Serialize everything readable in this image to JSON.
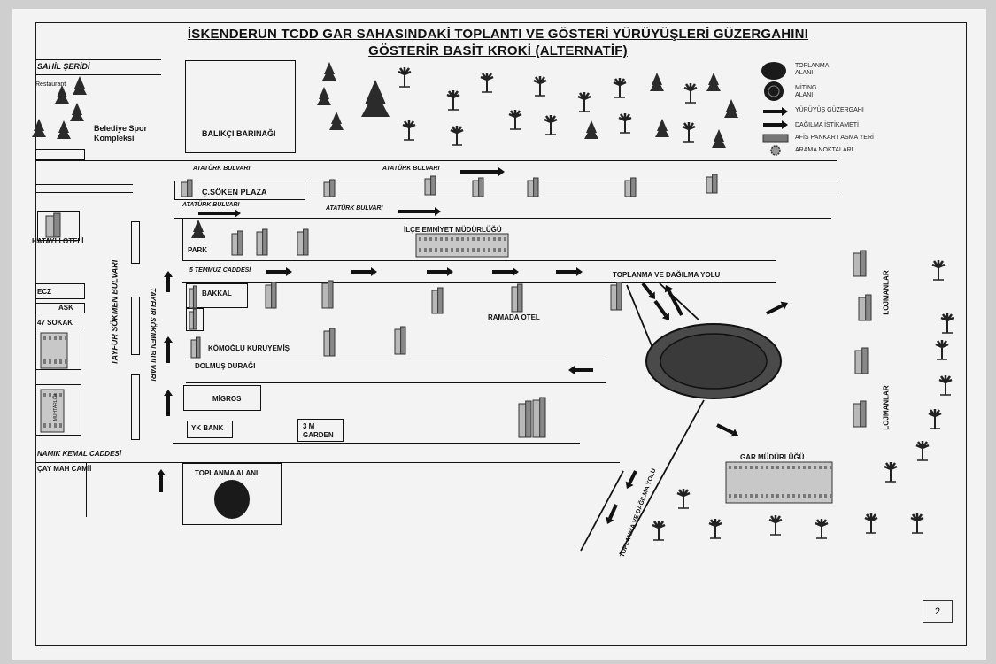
{
  "title_line1": "İSKENDERUN TCDD GAR SAHASINDAKİ TOPLANTI VE GÖSTERİ YÜRÜYÜŞLERİ GÜZERGAHINI",
  "title_line2": "GÖSTERİR BASİT KROKİ (ALTERNATİF)",
  "legend": {
    "assembly_area": "TOPLANMA ALANI",
    "rally_area": "MİTİNG ALANI",
    "march_route": "YÜRÜYÜŞ GÜZERGAHI",
    "dispersal_direction": "DAĞILMA İSTİKAMETİ",
    "banner_place": "AFİŞ PANKART ASMA YERİ",
    "search_points": "ARAMA NOKTALARI"
  },
  "labels": {
    "sahil_seridi": "SAHİL ŞERİDİ",
    "restaurant": "Restaurant",
    "belediye_spor": "Belediye Spor Kompleksi",
    "balikci_barinagi": "BALIKÇI BARINAĞI",
    "ataturk_1": "ATATÜRK BULVARI",
    "ataturk_2": "ATATÜRK BULVARI",
    "ataturk_3": "ATATÜRK BULVARI",
    "ataturk_4": "ATATÜRK BULVARI",
    "csoken_plaza": "Ç.SÖKEN PLAZA",
    "hatayli_oteli": "HATAYLI OTELİ",
    "park": "PARK",
    "ilce_emniyet": "İLÇE EMNİYET MÜDÜRLÜĞÜ",
    "bes_temmuz": "5 TEMMUZ CADDESİ",
    "toplanma_dagilma_yolu": "TOPLANMA VE DAĞILMA YOLU",
    "toplanma_dagilma_yolu_diag": "TOPLANMA VE DAĞILMA YOLU",
    "lojmanlar_1": "LOJMANLAR",
    "lojmanlar_2": "LOJMANLAR",
    "ecz": "ECZ",
    "ask": "ASK",
    "sokak47": "47 SOKAK",
    "tayfur_blv_1": "TAYFUR SÖKMEN BULVARI",
    "tayfur_blv_2": "TAYFUR SÖKMEN BULVARI",
    "bakkal": "BAKKAL",
    "ramada_otel": "RAMADA OTEL",
    "komoglu": "KÖMOĞLU KURUYEMİŞ",
    "dolmus": "DOLMUŞ DURAĞI",
    "migros": "MİGROS",
    "yk_bank": "YK BANK",
    "garden": "3 M GARDEN",
    "namik_kemal": "NAMIK KEMAL CADDESİ",
    "cay_mah": "ÇAY MAH CAMİİ",
    "toplanma_alani": "TOPLANMA ALANI",
    "gar_mudurlugu": "GAR MÜDÜRLÜĞÜ",
    "mukhtarlik": "MUHTARLIĞI"
  },
  "page_number": "2",
  "colors": {
    "ink": "#111111",
    "paper": "#f3f3f3",
    "ellipse_fill": "#4a4a4a",
    "building_fill": "#b8b8b8"
  }
}
